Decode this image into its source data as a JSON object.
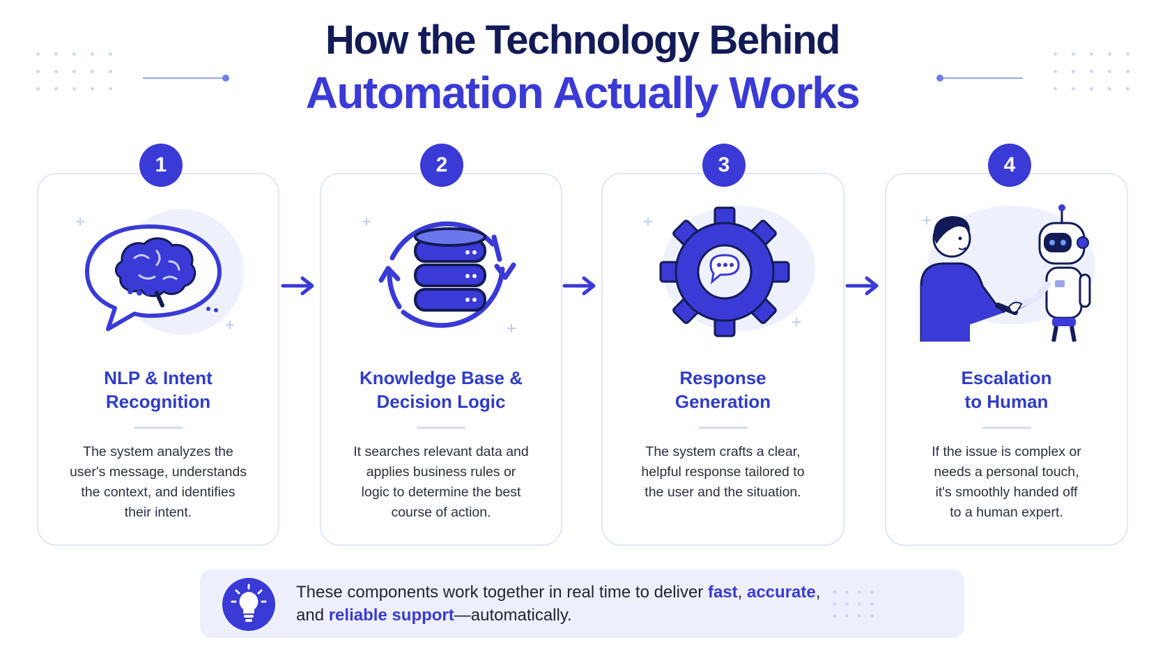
{
  "header": {
    "line1": "How the Technology Behind",
    "line2": "Automation Actually Works"
  },
  "steps": [
    {
      "number": "1",
      "title": "NLP & Intent\nRecognition",
      "description": "The system analyzes the\nuser's message, understands\nthe context, and identifies\ntheir intent.",
      "icon": "brain-speech-bubble-icon"
    },
    {
      "number": "2",
      "title": "Knowledge Base &\nDecision Logic",
      "description": "It searches relevant data and\napplies business rules or\nlogic to determine the best\ncourse of action.",
      "icon": "database-cycle-icon"
    },
    {
      "number": "3",
      "title": "Response\nGeneration",
      "description": "The system crafts a clear,\nhelpful response tailored to\nthe user and the situation.",
      "icon": "gear-chat-icon"
    },
    {
      "number": "4",
      "title": "Escalation\nto Human",
      "description": "If the issue is complex or\nneeds a personal touch,\nit's smoothly handed off\nto a human expert.",
      "icon": "human-robot-handshake-icon"
    }
  ],
  "banner": {
    "text_before": "These components work together in real time to deliver ",
    "highlight1": "fast",
    "sep1": ", ",
    "highlight2": "accurate",
    "sep2": ",",
    "text_line2_before": "and ",
    "highlight3": "reliable support",
    "text_after": "—automatically.",
    "icon": "lightbulb-icon"
  },
  "colors": {
    "primary": "#3a3ad6",
    "navy": "#131b56",
    "title_blue": "#2f3cc7",
    "light_bg": "#edf0fc"
  }
}
